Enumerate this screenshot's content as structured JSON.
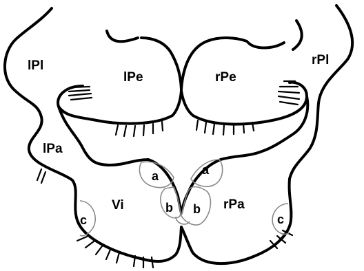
{
  "labels": {
    "left_pl": "lPl",
    "left_pe": "lPe",
    "right_pe": "rPe",
    "right_pl": "rPl",
    "left_pa": "lPa",
    "vi": "Vi",
    "right_pa": "rPa",
    "a_left": "a",
    "a_right": "a",
    "b_left": "b",
    "b_right": "b",
    "c_left": "c",
    "c_right": "c"
  },
  "colors": {
    "outline": "#000000",
    "region_outline": "#8a8a8a",
    "background": "#ffffff"
  }
}
